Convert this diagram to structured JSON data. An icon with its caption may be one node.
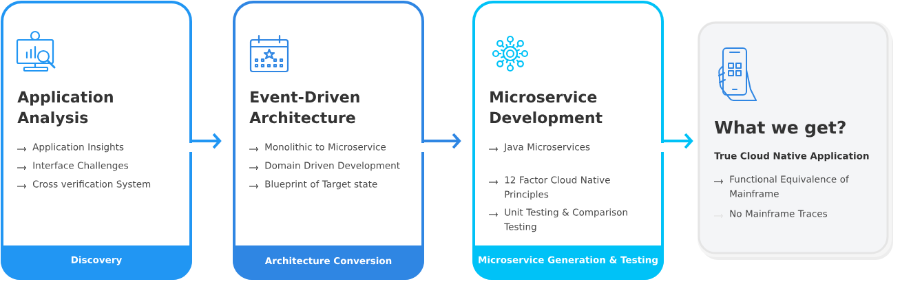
{
  "diagram": {
    "nodes": [
      {
        "text": [
          "Application Analysis",
          "Application Insights",
          "Interface Challenges",
          "Cross verification System"
        ]
      },
      {
        "text": [
          "Discovery"
        ],
        "in": 0
      },
      {
        "text": [
          "Event-Driven Architecture",
          "Monolithic to Microservice",
          "Domain Driven Development",
          "Blueprint of Target state"
        ]
      },
      {
        "text": [
          "Architecture Conversion"
        ],
        "in": 2
      },
      {
        "text": [
          "Microservice Development",
          "Java Microservices",
          "12 Factor Cloud Native Principles",
          "Unit Testing & Comparison Testing"
        ]
      },
      {
        "text": [
          "Microservice Generation & Testing"
        ],
        "in": 4
      },
      {
        "text": [
          "What we get?",
          "True Cloud Native Application",
          "Functional Equivalence of Mainframe",
          "No Mainframe Traces"
        ]
      }
    ],
    "edges": [
      {
        "from": 0,
        "to": 2,
        "arrow": "to",
        "color": "#2196f3"
      },
      {
        "from": 2,
        "to": 4,
        "arrow": "to",
        "color": "#2f86e3"
      },
      {
        "from": 4,
        "to": 6,
        "arrow": "to",
        "color": "#00c2f7"
      }
    ]
  }
}
